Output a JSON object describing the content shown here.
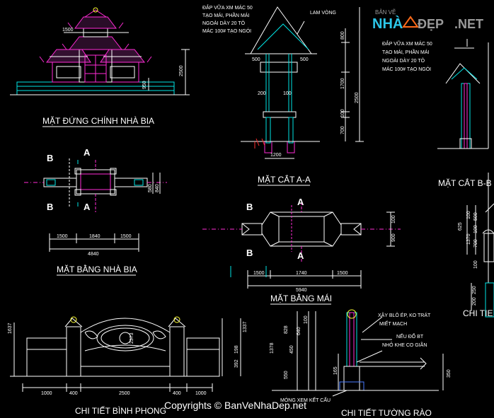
{
  "titles": {
    "front_elevation": "MẶT ĐỨNG CHÍNH NHÀ BIA",
    "section_aa": "MẶT CẮT A-A",
    "section_bb": "MẶT CẮT B-B",
    "plan_stele": "MẶT BẰNG NHÀ BIA",
    "roof_plan": "MẶT BẰNG MÁI",
    "screen_wall": "CHI TIẾT BÌNH PHONG",
    "fence": "CHI TIẾT TƯỜNG RÀO",
    "detail_cut": "CHI TIE"
  },
  "notes": {
    "roof_note_a": [
      "ĐẮP VỮA XM MÁC 50",
      "TẠO MÁI, PHẦN MÁI",
      "NGOÀI DÀY 20 TÔ",
      "MÁC 100# TẠO NGÓI"
    ],
    "roof_note_b": [
      "ĐẮP VỮA XM MÁC 50",
      "TẠO MÁI, PHẦN MÁI",
      "NGOÀI DÀY 20 TÔ",
      "MÁC 100# TẠO NGÓI"
    ],
    "lam_vong": "LAM VÒNG",
    "fence_note": [
      "XÂY BLÔ ÉP, KO TRÁT",
      "MIẾT MẠCH"
    ],
    "fence_note2": [
      "NẾU ĐỔ BT",
      "NHỎ KHE CO GIÃN"
    ],
    "footing": "MÓNG XEM KẾT CẤU"
  },
  "markers": {
    "a": "A",
    "b": "B"
  },
  "dims": {
    "front": [
      "1500",
      "2500",
      "950"
    ],
    "section_aa": [
      "500",
      "500",
      "800",
      "1700",
      "100",
      "200",
      "100",
      "700",
      "2500",
      "1200"
    ],
    "plan_stele": [
      "1500",
      "1840",
      "1500",
      "4840",
      "580",
      "840"
    ],
    "roof_plan": [
      "1500",
      "1740",
      "1500",
      "5940",
      "900",
      "100"
    ],
    "screen": [
      "1637",
      "1337",
      "392",
      "198",
      "1000",
      "400",
      "2500",
      "400",
      "1000",
      "2373"
    ],
    "fence": [
      "1378",
      "828",
      "550",
      "640",
      "100",
      "165",
      "350",
      "450"
    ],
    "bb_side": [
      "625",
      "100",
      "1370",
      "500",
      "100",
      "700",
      "100",
      "250",
      "200"
    ]
  },
  "logo": {
    "top": "BẢN VẼ",
    "nha": "NHÀ",
    "dep": "ĐẸP",
    "net": ".NET"
  },
  "copyright": "Copyrights © BanVeNhaDep.net",
  "colors": {
    "cyan": "#00e5e5",
    "magenta": "#ff2bd6",
    "yellow": "#ffff33",
    "white": "#ffffff",
    "grey": "#9a9a9a",
    "red": "#ff3030",
    "green": "#33ff33",
    "blue": "#4a7bff"
  }
}
